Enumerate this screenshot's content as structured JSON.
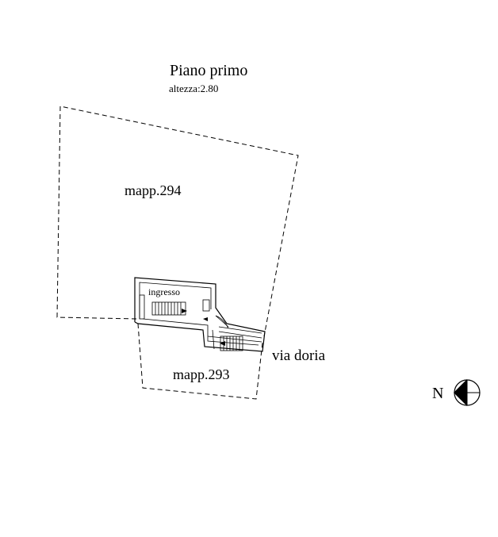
{
  "title": "Piano primo",
  "height_label": "altezza:2.80",
  "parcels": {
    "upper": "mapp.294",
    "lower": "mapp.293"
  },
  "room_label": "ingresso",
  "street_label": "via doria",
  "north_label": "N",
  "icons": [
    "north-arrow-icon",
    "stair-icon",
    "door-swing-icon"
  ]
}
